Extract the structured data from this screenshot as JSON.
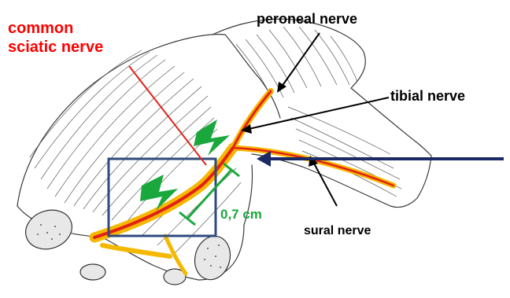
{
  "labels": {
    "common_sciatic_line1": "common",
    "common_sciatic_line2": "sciatic nerve",
    "peroneal": "peroneal nerve",
    "tibial": "tibial nerve",
    "sural": "sural nerve",
    "distance": "0,7 cm"
  },
  "colors": {
    "sciatic_label": "#ff0000",
    "nerve_core": "#e32119",
    "nerve_sheath": "#f5b800",
    "muscle_line": "#3a3a3a",
    "box": "#2f4a7c",
    "measure": "#1aa83c",
    "arrow_navy": "#1b2a66",
    "annotation": "#000000"
  },
  "icons": [
    "lightning-bolt-icon",
    "lightning-bolt-icon"
  ]
}
